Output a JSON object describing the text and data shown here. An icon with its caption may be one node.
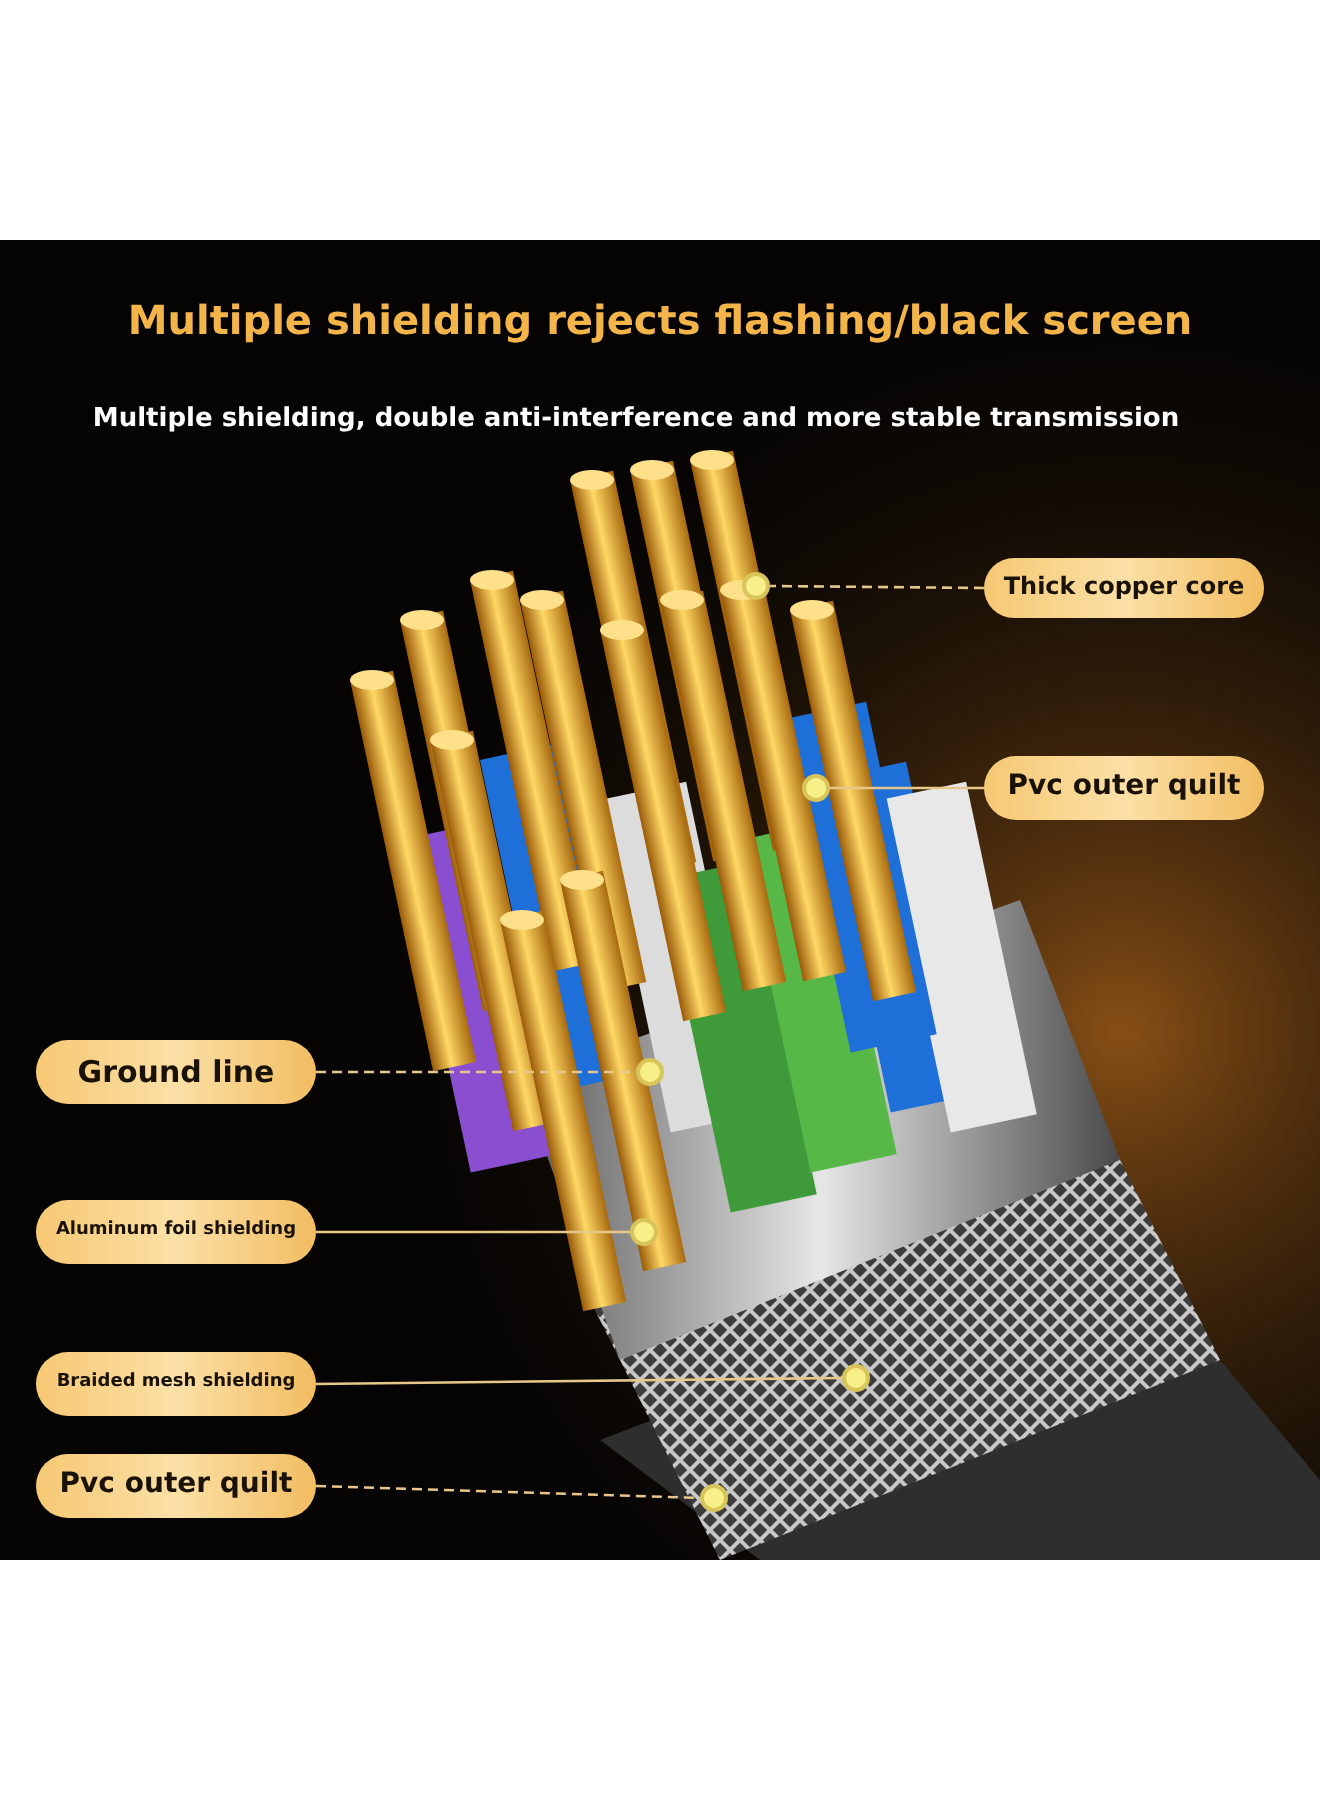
{
  "diagram": {
    "title": "Multiple shielding rejects flashing/black screen",
    "nodes": [
      {
        "text": [
          "Thick copper core"
        ]
      },
      {
        "text": [
          "Pvc outer quilt"
        ]
      },
      {
        "text": [
          "Ground line"
        ]
      },
      {
        "text": [
          "Aluminum foil shielding"
        ]
      },
      {
        "text": [
          "Braided mesh shielding"
        ]
      },
      {
        "text": [
          "Pvc outer quilt"
        ]
      },
      {
        "text": [],
        "shape": "circle"
      },
      {
        "text": [],
        "shape": "circle"
      },
      {
        "text": [],
        "shape": "circle"
      },
      {
        "text": [],
        "shape": "circle"
      },
      {
        "text": [],
        "shape": "circle"
      },
      {
        "text": [],
        "shape": "circle"
      }
    ],
    "edges": [
      {
        "from": 0,
        "to": 6,
        "arrow": "none",
        "style": "dashed"
      },
      {
        "from": 1,
        "to": 7,
        "arrow": "none"
      },
      {
        "from": 2,
        "to": 8,
        "arrow": "none",
        "style": "dashed"
      },
      {
        "from": 3,
        "to": 9,
        "arrow": "none"
      },
      {
        "from": 4,
        "to": 10,
        "arrow": "none"
      },
      {
        "from": 5,
        "to": 11,
        "arrow": "none",
        "style": "dashed"
      }
    ],
    "labels": [
      "Multiple shielding, double anti-interference and more stable transmission"
    ]
  }
}
